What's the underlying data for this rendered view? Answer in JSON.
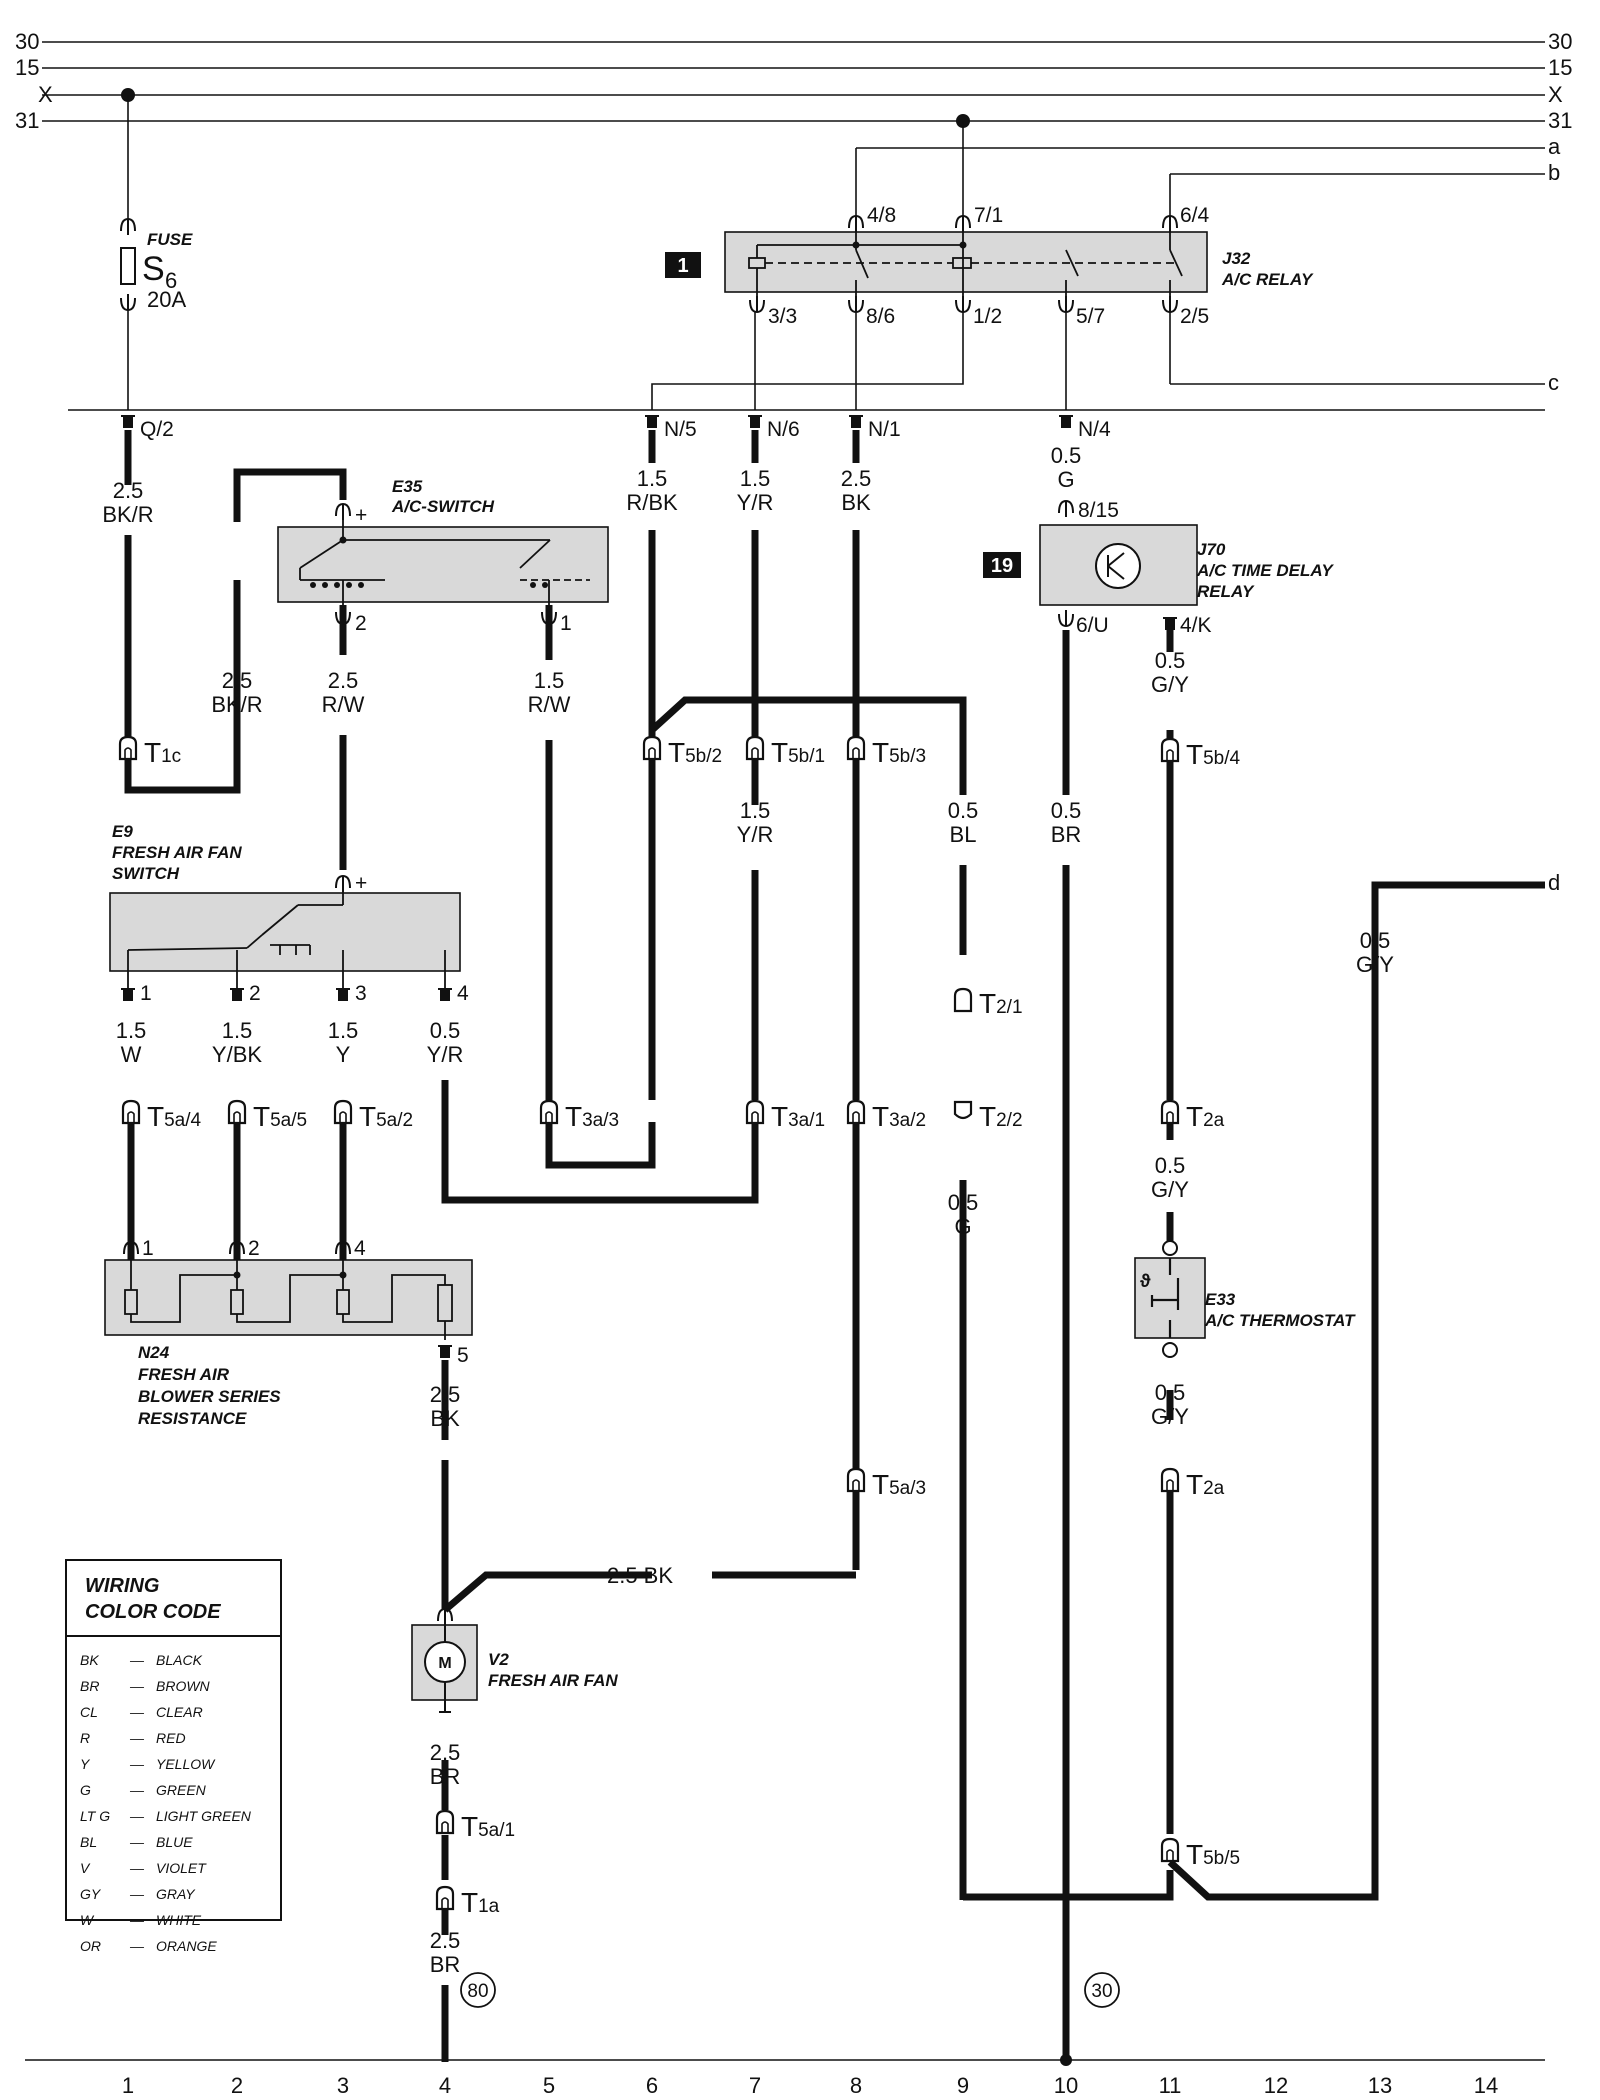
{
  "bus_lines": {
    "l30": "30",
    "l15": "15",
    "lX": "X",
    "l31": "31",
    "r30": "30",
    "r15": "15",
    "rX": "X",
    "r31": "31",
    "a": "a",
    "b": "b",
    "c": "c",
    "d": "d"
  },
  "components": {
    "fuse": {
      "title": "FUSE",
      "id": "S",
      "sub": "6",
      "rating": "20A"
    },
    "relay_j32": {
      "badge": "1",
      "id": "J32",
      "name": "A/C RELAY",
      "pins_top": [
        "4/8",
        "7/1",
        "6/4"
      ],
      "pins_bottom": [
        "3/3",
        "8/6",
        "1/2",
        "5/7",
        "2/5"
      ]
    },
    "e35": {
      "id": "E35",
      "name": "A/C-SWITCH",
      "pin_plus": "+",
      "pin_2": "2",
      "pin_1": "1"
    },
    "e9": {
      "id": "E9",
      "name1": "FRESH AIR FAN",
      "name2": "SWITCH",
      "pin_plus": "+",
      "pins": [
        "1",
        "2",
        "3",
        "4"
      ]
    },
    "n24": {
      "id": "N24",
      "name1": "FRESH AIR",
      "name2": "BLOWER SERIES",
      "name3": "RESISTANCE",
      "pins": [
        "1",
        "2",
        "4"
      ],
      "pin5": "5"
    },
    "j70": {
      "badge": "19",
      "id": "J70",
      "name1": "A/C TIME DELAY",
      "name2": "RELAY",
      "pin_top": "8/15",
      "pin_b1": "6/U",
      "pin_b2": "4/K"
    },
    "e33": {
      "id": "E33",
      "name": "A/C THERMOSTAT",
      "symbol": "ϑ"
    },
    "v2": {
      "id": "V2",
      "name": "FRESH AIR FAN",
      "symbol": "M"
    }
  },
  "pins": {
    "q2": "Q/2",
    "n5": "N/5",
    "n6": "N/6",
    "n1": "N/1",
    "n4": "N/4"
  },
  "wire_labels": {
    "w1": [
      "2.5",
      "BK/R"
    ],
    "w2": [
      "2.5",
      "BK/R"
    ],
    "w3": [
      "2.5",
      "R/W"
    ],
    "w4": [
      "1.5",
      "R/W"
    ],
    "w5": [
      "1.5",
      "R/BK"
    ],
    "w6": [
      "1.5",
      "Y/R"
    ],
    "w7": [
      "2.5",
      "BK"
    ],
    "w8": [
      "0.5",
      "G"
    ],
    "w9": [
      "0.5",
      "G/Y"
    ],
    "w10": [
      "1.5",
      "Y/R"
    ],
    "w11": [
      "0.5",
      "BL"
    ],
    "w12": [
      "0.5",
      "BR"
    ],
    "w13": [
      "0.5",
      "G/Y"
    ],
    "w14": [
      "1.5",
      "W"
    ],
    "w15": [
      "1.5",
      "Y/BK"
    ],
    "w16": [
      "1.5",
      "Y"
    ],
    "w17": [
      "0.5",
      "Y/R"
    ],
    "w18": [
      "0.5",
      "G"
    ],
    "w19": [
      "0.5",
      "G/Y"
    ],
    "w20": [
      "0.5",
      "G/Y"
    ],
    "w21": [
      "2.5",
      "BK"
    ],
    "w22": "2.5 BK",
    "w23": [
      "2.5",
      "BR"
    ],
    "w24": [
      "2.5",
      "BR"
    ]
  },
  "connectors": {
    "t1c": {
      "m": "T",
      "s": "1c"
    },
    "t5b2": {
      "m": "T",
      "s": "5b/2"
    },
    "t5b1": {
      "m": "T",
      "s": "5b/1"
    },
    "t5b3": {
      "m": "T",
      "s": "5b/3"
    },
    "t5b4": {
      "m": "T",
      "s": "5b/4"
    },
    "t21": {
      "m": "T",
      "s": "2/1"
    },
    "t22": {
      "m": "T",
      "s": "2/2"
    },
    "t5a4": {
      "m": "T",
      "s": "5a/4"
    },
    "t5a5": {
      "m": "T",
      "s": "5a/5"
    },
    "t5a2": {
      "m": "T",
      "s": "5a/2"
    },
    "t3a3": {
      "m": "T",
      "s": "3a/3"
    },
    "t3a1": {
      "m": "T",
      "s": "3a/1"
    },
    "t3a2": {
      "m": "T",
      "s": "3a/2"
    },
    "t2a1": {
      "m": "T",
      "s": "2a"
    },
    "t2a2": {
      "m": "T",
      "s": "2a"
    },
    "t5a3": {
      "m": "T",
      "s": "5a/3"
    },
    "t5a1": {
      "m": "T",
      "s": "5a/1"
    },
    "t1a": {
      "m": "T",
      "s": "1a"
    },
    "t5b5": {
      "m": "T",
      "s": "5b/5"
    }
  },
  "refs": {
    "r80": "80",
    "r30": "30"
  },
  "legend": {
    "title1": "WIRING",
    "title2": "COLOR CODE",
    "rows": [
      {
        "code": "BK",
        "name": "BLACK"
      },
      {
        "code": "BR",
        "name": "BROWN"
      },
      {
        "code": "CL",
        "name": "CLEAR"
      },
      {
        "code": "R",
        "name": "RED"
      },
      {
        "code": "Y",
        "name": "YELLOW"
      },
      {
        "code": "G",
        "name": "GREEN"
      },
      {
        "code": "LT G",
        "name": "LIGHT GREEN"
      },
      {
        "code": "BL",
        "name": "BLUE"
      },
      {
        "code": "V",
        "name": "VIOLET"
      },
      {
        "code": "GY",
        "name": "GRAY"
      },
      {
        "code": "W",
        "name": "WHITE"
      },
      {
        "code": "OR",
        "name": "ORANGE"
      }
    ]
  },
  "columns": [
    "1",
    "2",
    "3",
    "4",
    "5",
    "6",
    "7",
    "8",
    "9",
    "10",
    "11",
    "12",
    "13",
    "14"
  ],
  "colors": {
    "ink": "#111111",
    "box_fill": "#d9d9d9",
    "paper": "#ffffff"
  }
}
